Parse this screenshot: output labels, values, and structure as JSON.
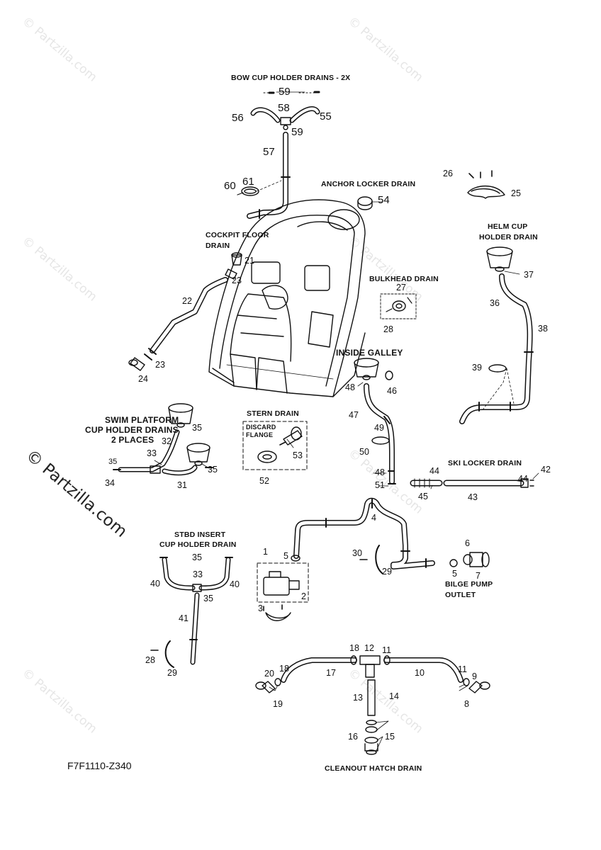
{
  "diagram_code": "F7F1110-Z340",
  "watermark": "© Partzilla.com",
  "watermark_faint": "© Partzilla.com",
  "sections": {
    "bow_cup": "BOW CUP HOLDER DRAINS - 2X",
    "anchor": "ANCHOR LOCKER DRAIN",
    "cockpit_1": "COCKPIT FLOOR",
    "cockpit_2": "DRAIN",
    "helm_1": "HELM CUP",
    "helm_2": "HOLDER DRAIN",
    "bulkhead": "BULKHEAD DRAIN",
    "galley": "INSIDE GALLEY",
    "swim_1": "SWIM PLATFORM",
    "swim_2": "CUP HOLDER DRAINS",
    "swim_3": "2 PLACES",
    "stern": "STERN DRAIN",
    "discard_1": "DISCARD",
    "discard_2": "FLANGE",
    "ski": "SKI LOCKER DRAIN",
    "stbd_1": "STBD INSERT",
    "stbd_2": "CUP HOLDER DRAIN",
    "bilge_1": "BILGE PUMP",
    "bilge_2": "OUTLET",
    "cleanout": "CLEANOUT HATCH DRAIN"
  },
  "callouts": {
    "n59a": "59",
    "n58": "58",
    "n56": "56",
    "n55": "55",
    "n59b": "59",
    "n57": "57",
    "n60": "60",
    "n61": "61",
    "n54": "54",
    "n26": "26",
    "n25": "25",
    "n21": "21",
    "n23a": "23",
    "n22": "22",
    "n23b": "23",
    "n24": "24",
    "n37": "37",
    "n36": "36",
    "n38": "38",
    "n39": "39",
    "n27": "27",
    "n28a": "28",
    "n48a": "48",
    "n46": "46",
    "n47": "47",
    "n49": "49",
    "n50": "50",
    "n48b": "48",
    "n51": "51",
    "n44a": "44",
    "n42": "42",
    "n44b": "44",
    "n45": "45",
    "n43": "43",
    "n35a": "35",
    "n32": "32",
    "n33a": "33",
    "n35b": "35",
    "n34": "34",
    "n31": "31",
    "n53": "53",
    "n52": "52",
    "n4": "4",
    "n1": "1",
    "n5a": "5",
    "n2": "2",
    "n3": "3",
    "n30": "30",
    "n29a": "29",
    "n6": "6",
    "n5b": "5",
    "n7": "7",
    "n35c": "35",
    "n40a": "40",
    "n33b": "33",
    "n40b": "40",
    "n35d": "35",
    "n41": "41",
    "n28b": "28",
    "n29b": "29",
    "n18a": "18",
    "n12": "12",
    "n11a": "11",
    "n17": "17",
    "n10": "10",
    "n20": "20",
    "n18b": "18",
    "n11b": "11",
    "n9": "9",
    "n19": "19",
    "n8": "8",
    "n13": "13",
    "n14": "14",
    "n16": "16",
    "n15": "15"
  }
}
